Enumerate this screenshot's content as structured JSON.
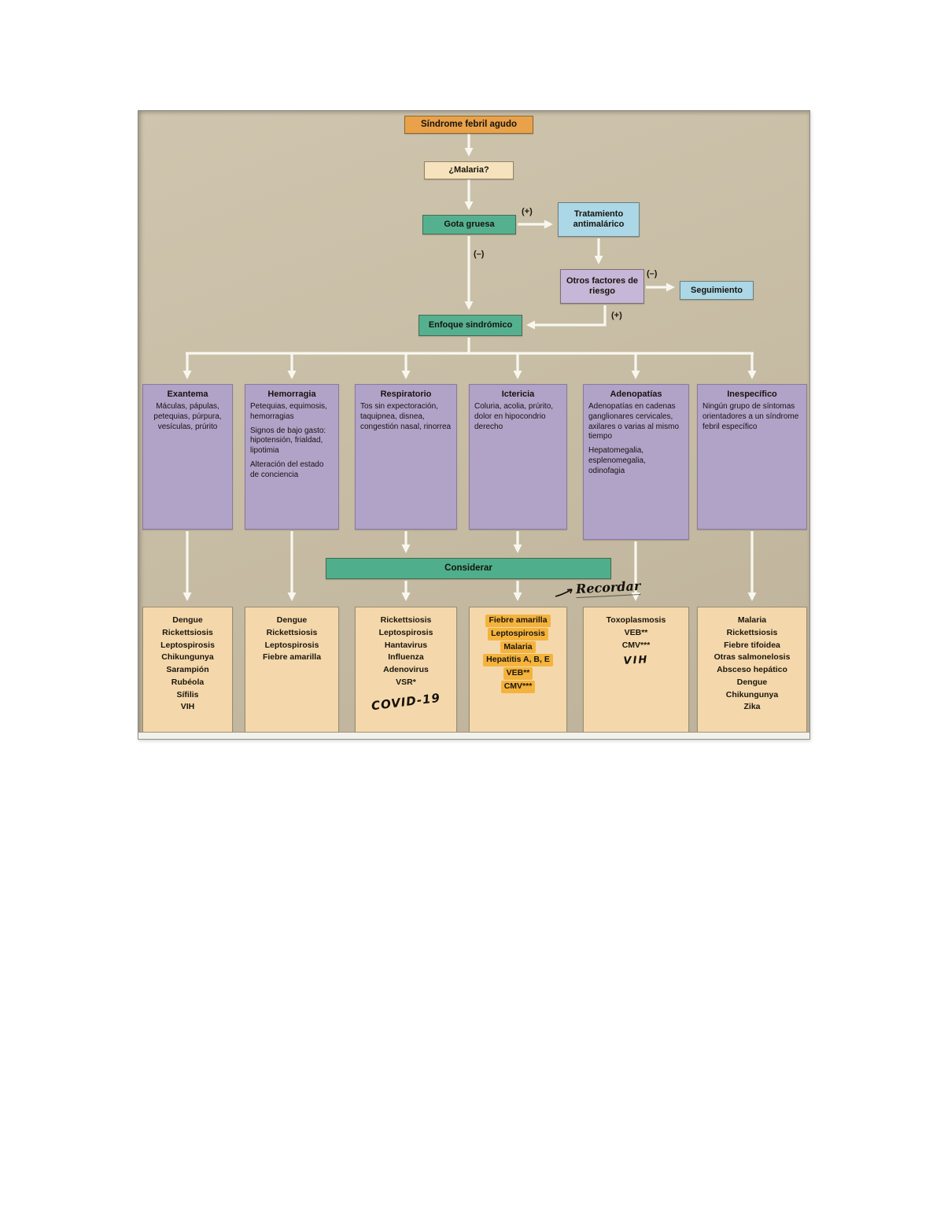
{
  "colors": {
    "photo_background": "#c8bda5",
    "node_orange": "#e9a24a",
    "node_cream": "#f6e3bd",
    "node_green": "#55b090",
    "node_blue": "#abd7e6",
    "node_purple_small": "#c6b6d7",
    "syndrome_purple": "#b1a2c8",
    "consider_orange": "#f4d8ab",
    "highlight_yellow": "#f3ad28",
    "arrow_white": "#f8f7ef"
  },
  "flow": {
    "title": "Síndrome febril agudo",
    "malaria": "¿Malaria?",
    "gota_gruesa": "Gota gruesa",
    "tratamiento": "Tratamiento antimalárico",
    "otros_factores": "Otros factores de riesgo",
    "seguimiento": "Seguimiento",
    "enfoque": "Enfoque sindrómico",
    "considerar": "Considerar",
    "labels": {
      "plus_gota": "(+)",
      "minus_gota": "(–)",
      "minus_otros": "(–)",
      "plus_otros": "(+)"
    },
    "annotations": {
      "recordar": "Recordar"
    }
  },
  "syndromes": [
    {
      "title": "Exantema",
      "body": [
        "Máculas, pápulas, petequias, púrpura, vesículas, prúrito"
      ]
    },
    {
      "title": "Hemorragia",
      "body": [
        "Petequias, equimosis, hemorragias",
        "Signos de bajo gasto: hipotensión, frialdad, lipotimia",
        "Alteración del estado de conciencia"
      ]
    },
    {
      "title": "Respiratorio",
      "body": [
        "Tos sin expectoración, taquipnea, disnea, congestión nasal, rinorrea"
      ]
    },
    {
      "title": "Ictericia",
      "body": [
        "Coluria, acolia, prúrito, dolor en hipocondrio derecho"
      ]
    },
    {
      "title": "Adenopatías",
      "body": [
        "Adenopatías en cadenas ganglionares cervicales, axilares o varias al mismo tiempo",
        "Hepatomegalia, esplenomegalia, odinofagia"
      ]
    },
    {
      "title": "Inespecífico",
      "body": [
        "Ningún grupo de síntomas orientadores a un síndrome febril específico"
      ]
    }
  ],
  "considerations": [
    {
      "items": [
        "Dengue",
        "Rickettsiosis",
        "Leptospirosis",
        "Chikungunya",
        "Sarampión",
        "Rubéola",
        "Sífilis",
        "VIH"
      ]
    },
    {
      "items": [
        "Dengue",
        "Rickettsiosis",
        "Leptospirosis",
        "Fiebre amarilla"
      ]
    },
    {
      "items": [
        "Rickettsiosis",
        "Leptospirosis",
        "Hantavirus",
        "Influenza",
        "Adenovirus",
        "VSR*",
        {
          "text": "COVID-19",
          "class": "handwritten covid"
        }
      ]
    },
    {
      "items": [
        {
          "text": "Fiebre amarilla",
          "class": "hl"
        },
        {
          "text": "Leptospirosis",
          "class": "hl"
        },
        {
          "text": "Malaria",
          "class": "hl"
        },
        {
          "text": "Hepatitis A, B, E",
          "class": "hl"
        },
        {
          "text": "VEB**",
          "class": "hl"
        },
        {
          "text": "CMV***",
          "class": "hl"
        }
      ]
    },
    {
      "items": [
        "Toxoplasmosis",
        "VEB**",
        "CMV***",
        {
          "text": "VIH",
          "class": "handwritten vih"
        }
      ]
    },
    {
      "items": [
        "Malaria",
        "Rickettsiosis",
        "Fiebre tifoidea",
        "Otras salmonelosis",
        "Absceso hepático",
        "Dengue",
        "Chikungunya",
        "Zika"
      ]
    }
  ]
}
